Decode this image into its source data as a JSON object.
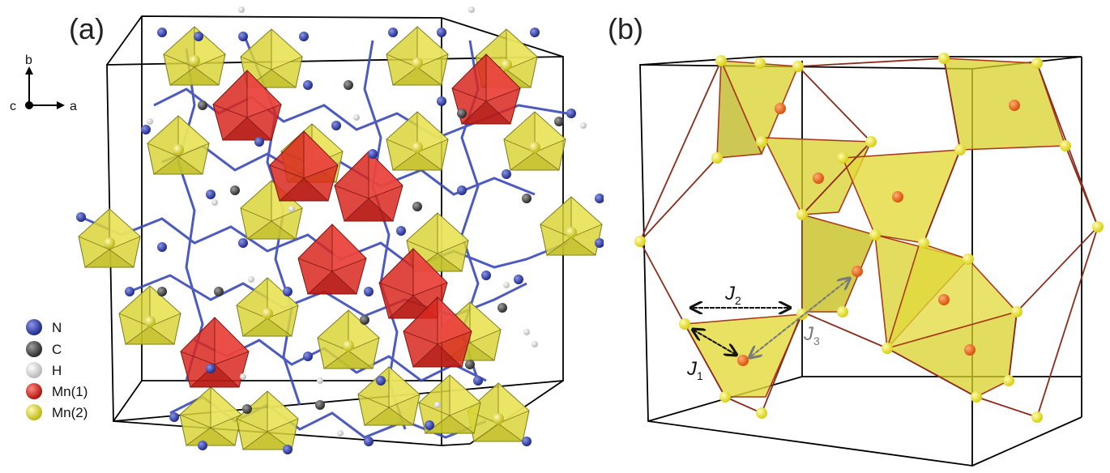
{
  "panel_a": {
    "label": "(a)",
    "axes": {
      "b": "b",
      "c": "c",
      "a": "a"
    },
    "legend": [
      {
        "label": "N",
        "color": "#2f3fa8"
      },
      {
        "label": "C",
        "color": "#4a4a4a"
      },
      {
        "label": "H",
        "color": "#e8e8e8"
      },
      {
        "label": "Mn(1)",
        "color": "#e0231d"
      },
      {
        "label": "Mn(2)",
        "color": "#e6e02a"
      }
    ]
  },
  "panel_b": {
    "label": "(b)",
    "couplings": [
      {
        "symbol": "J",
        "sub": "1",
        "color": "#111111"
      },
      {
        "symbol": "J",
        "sub": "2",
        "color": "#111111"
      },
      {
        "symbol": "J",
        "sub": "3",
        "color": "#7a7a7a"
      }
    ]
  },
  "colors": {
    "nitrogen": "#2f3fa8",
    "carbon": "#4a4a4a",
    "hydrogen": "#e8e8e8",
    "mn1": "#e0231d",
    "mn2": "#e6e02a",
    "bond": "#8b2a1a"
  }
}
